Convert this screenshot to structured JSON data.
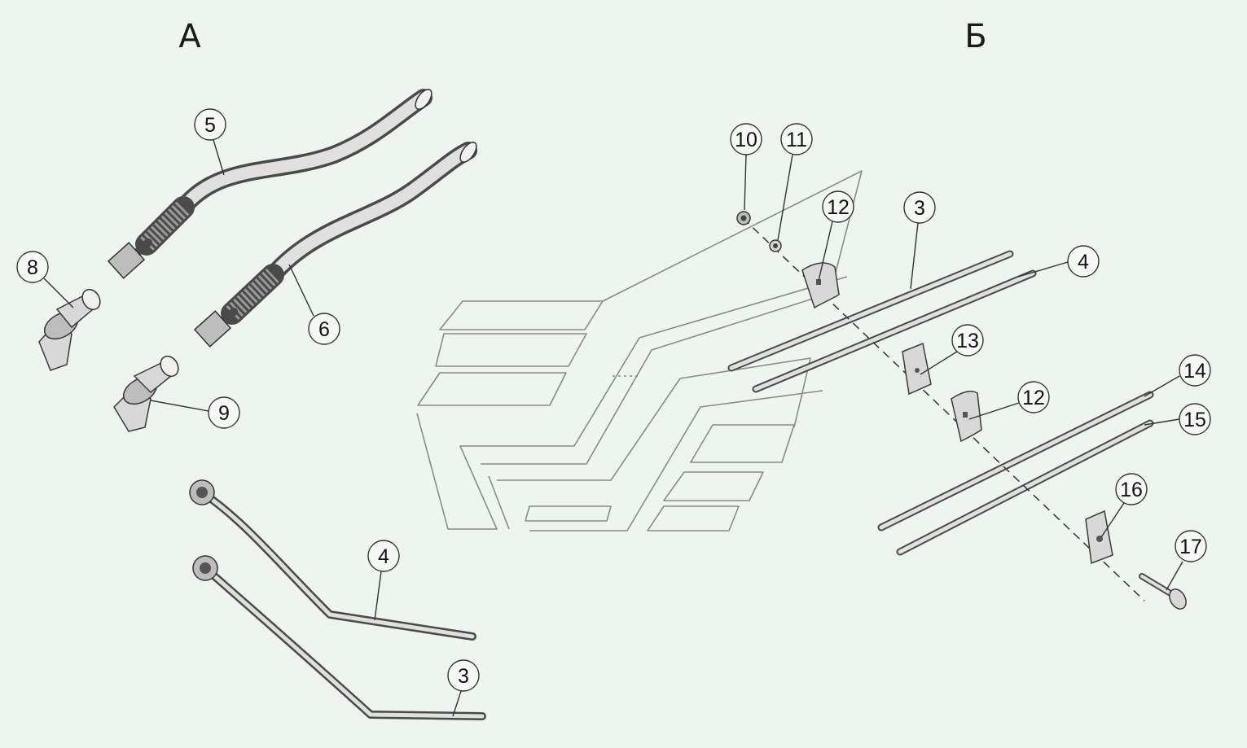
{
  "views": {
    "a": {
      "label": "А"
    },
    "b": {
      "label": "Б"
    }
  },
  "callouts": {
    "a5": "5",
    "a6": "6",
    "a8": "8",
    "a9": "9",
    "a4": "4",
    "a3": "3",
    "b10": "10",
    "b11": "11",
    "b12a": "12",
    "b3": "3",
    "b4": "4",
    "b13": "13",
    "b12b": "12",
    "b14": "14",
    "b15": "15",
    "b16": "16",
    "b17": "17"
  },
  "colors": {
    "background": "#eef5ee",
    "line": "#333333",
    "frame_outline": "#8a8a8a"
  }
}
